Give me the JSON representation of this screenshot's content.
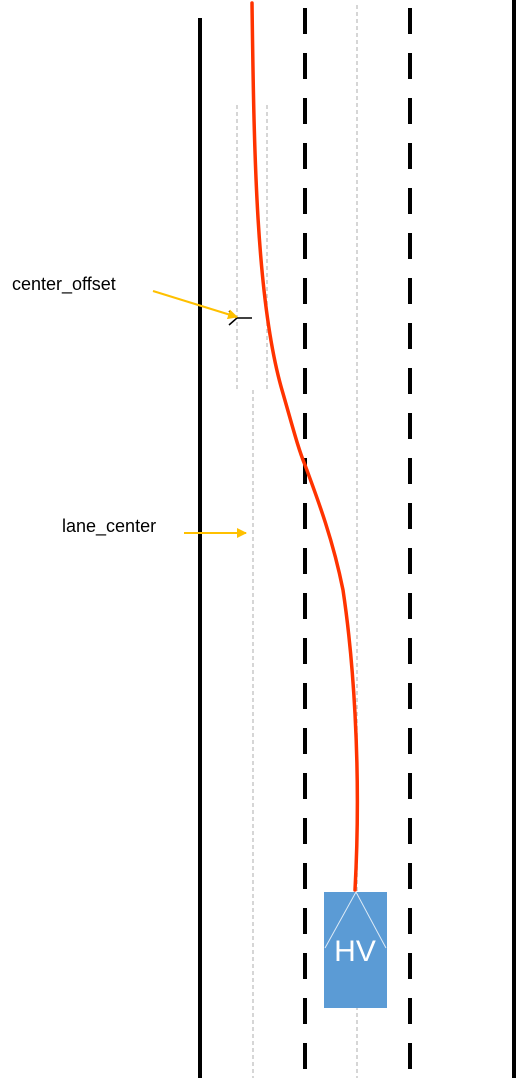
{
  "labels": {
    "center_offset": "center_offset",
    "lane_center": "lane_center"
  },
  "vehicle": {
    "label": "HV",
    "color": "#5b9bd5"
  },
  "colors": {
    "trajectory": "#ff3300",
    "annotation_arrow": "#ffc000",
    "road_line": "#000000",
    "guide_line": "#c8c8c8"
  }
}
